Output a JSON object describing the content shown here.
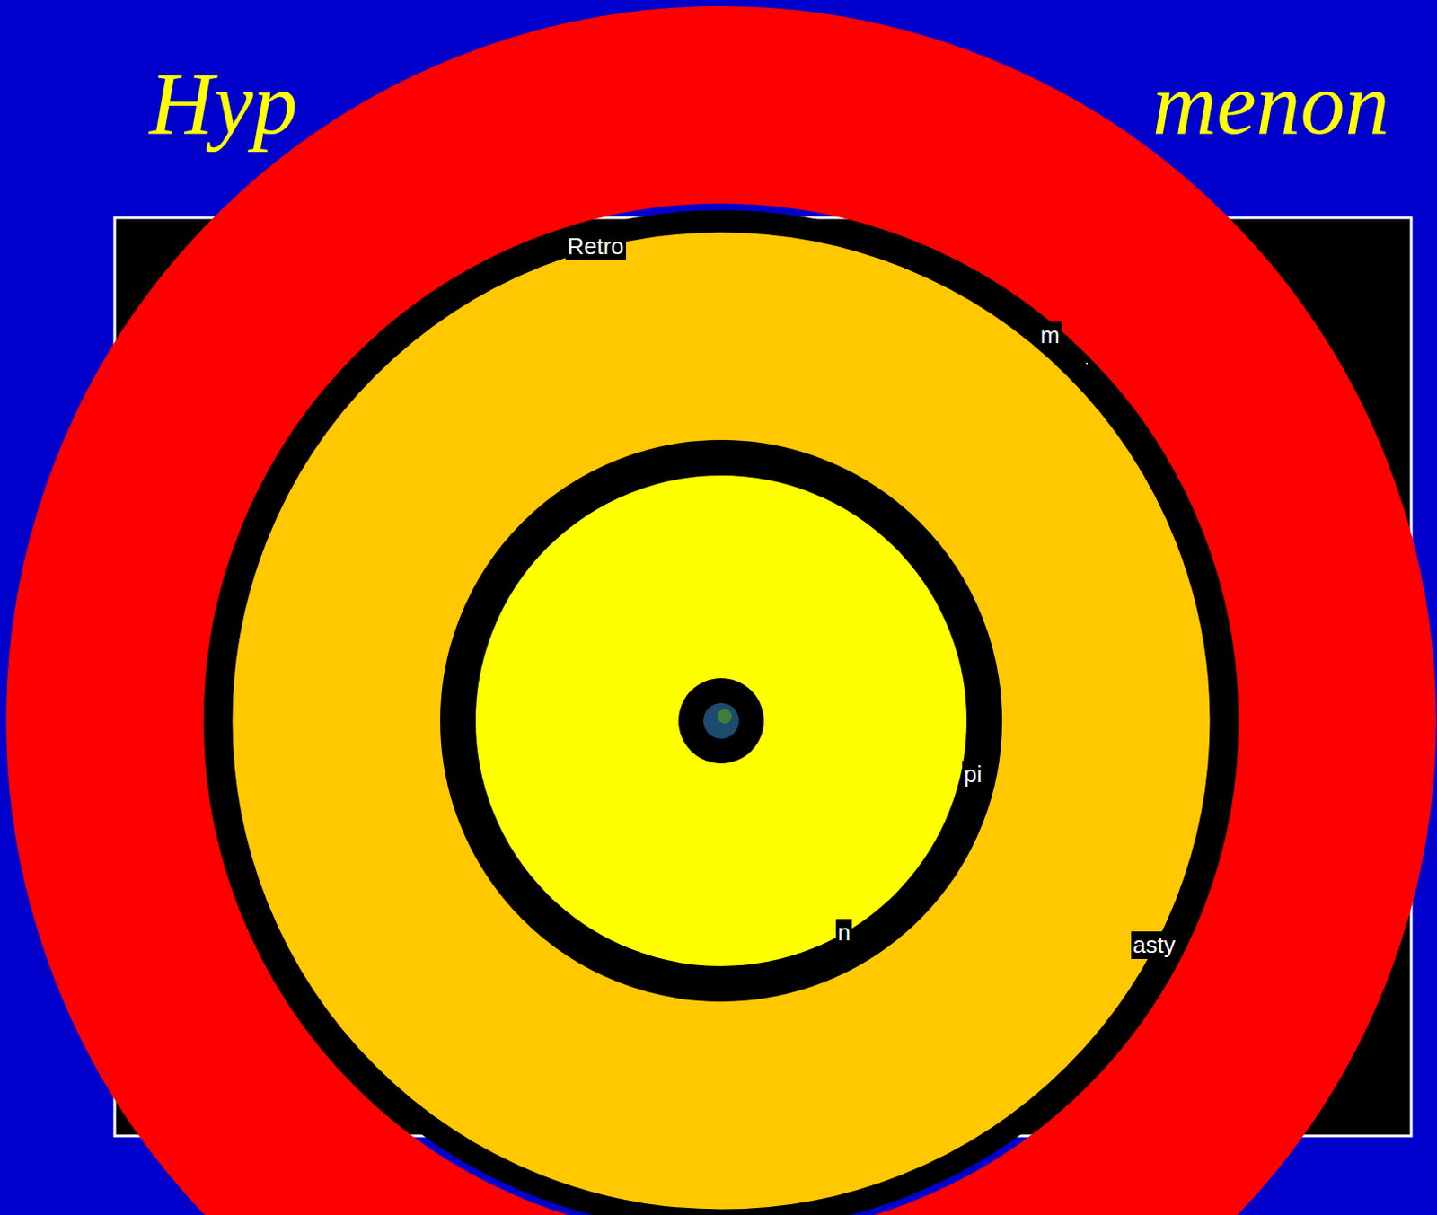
{
  "diagram": {
    "labels": [
      "Hyp",
      "menon",
      "Retro",
      "m",
      "pi",
      "n",
      "asty"
    ]
  }
}
